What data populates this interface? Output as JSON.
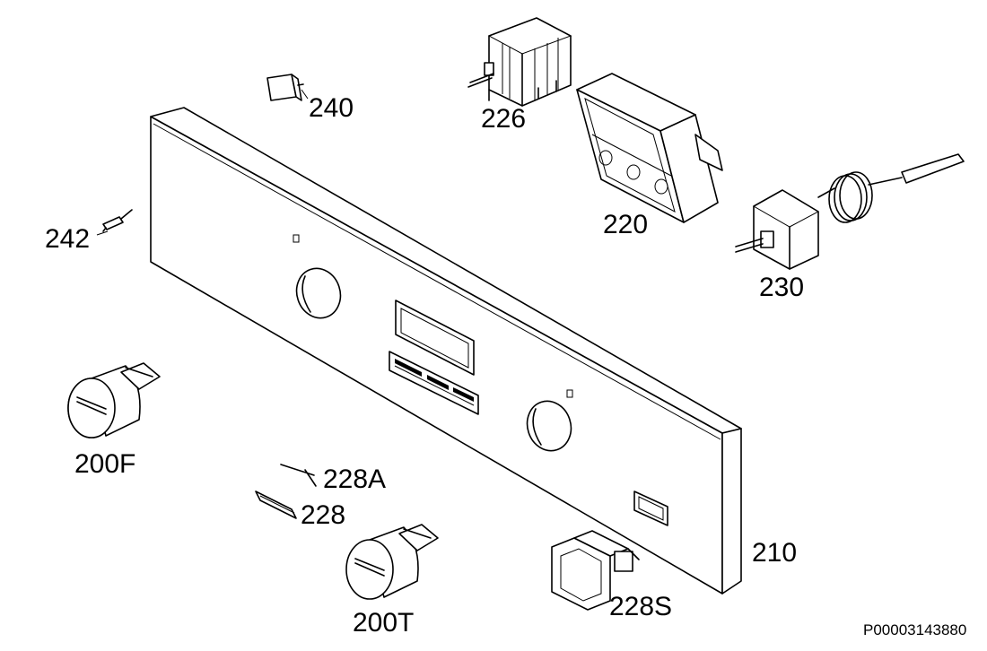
{
  "labels": {
    "p240": "240",
    "p226": "226",
    "p220": "220",
    "p242": "242",
    "p230": "230",
    "p200F": "200F",
    "p228A": "228A",
    "p228": "228",
    "p210": "210",
    "p200T": "200T",
    "p228S": "228S"
  },
  "drawing_ref": "P00003143880"
}
